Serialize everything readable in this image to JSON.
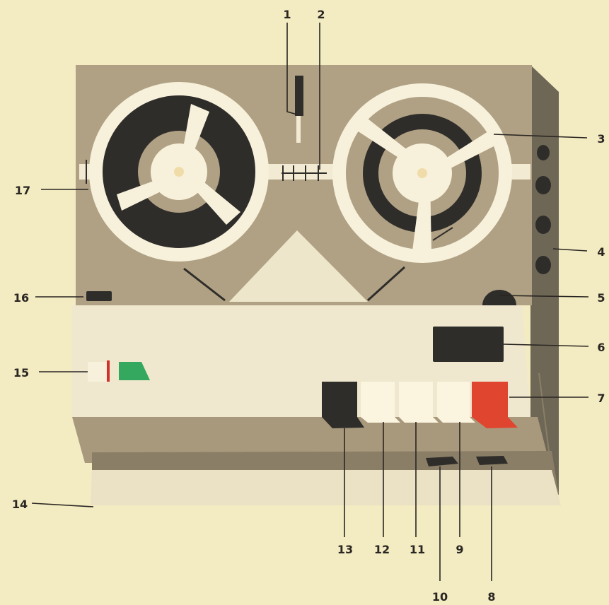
{
  "colors": {
    "background": "#f3ebc2",
    "body_taupe": "#b0a184",
    "side_dark": "#6e6756",
    "panel_cream": "#efe8cf",
    "reel_dark": "#2f2d2a",
    "tape_cream": "#f7f1dc",
    "record_red": "#e0452f",
    "indicator_green": "#34a85e",
    "ink": "#2a2622"
  },
  "callouts": [
    {
      "id": "c1",
      "label": "1"
    },
    {
      "id": "c2",
      "label": "2"
    },
    {
      "id": "c3",
      "label": "3"
    },
    {
      "id": "c4",
      "label": "4"
    },
    {
      "id": "c5",
      "label": "5"
    },
    {
      "id": "c6",
      "label": "6"
    },
    {
      "id": "c7",
      "label": "7"
    },
    {
      "id": "c8",
      "label": "8"
    },
    {
      "id": "c9",
      "label": "9"
    },
    {
      "id": "c10",
      "label": "10"
    },
    {
      "id": "c11",
      "label": "11"
    },
    {
      "id": "c12",
      "label": "12"
    },
    {
      "id": "c13",
      "label": "13"
    },
    {
      "id": "c14",
      "label": "14"
    },
    {
      "id": "c15",
      "label": "15"
    },
    {
      "id": "c16",
      "label": "16"
    },
    {
      "id": "c17",
      "label": "17"
    }
  ]
}
